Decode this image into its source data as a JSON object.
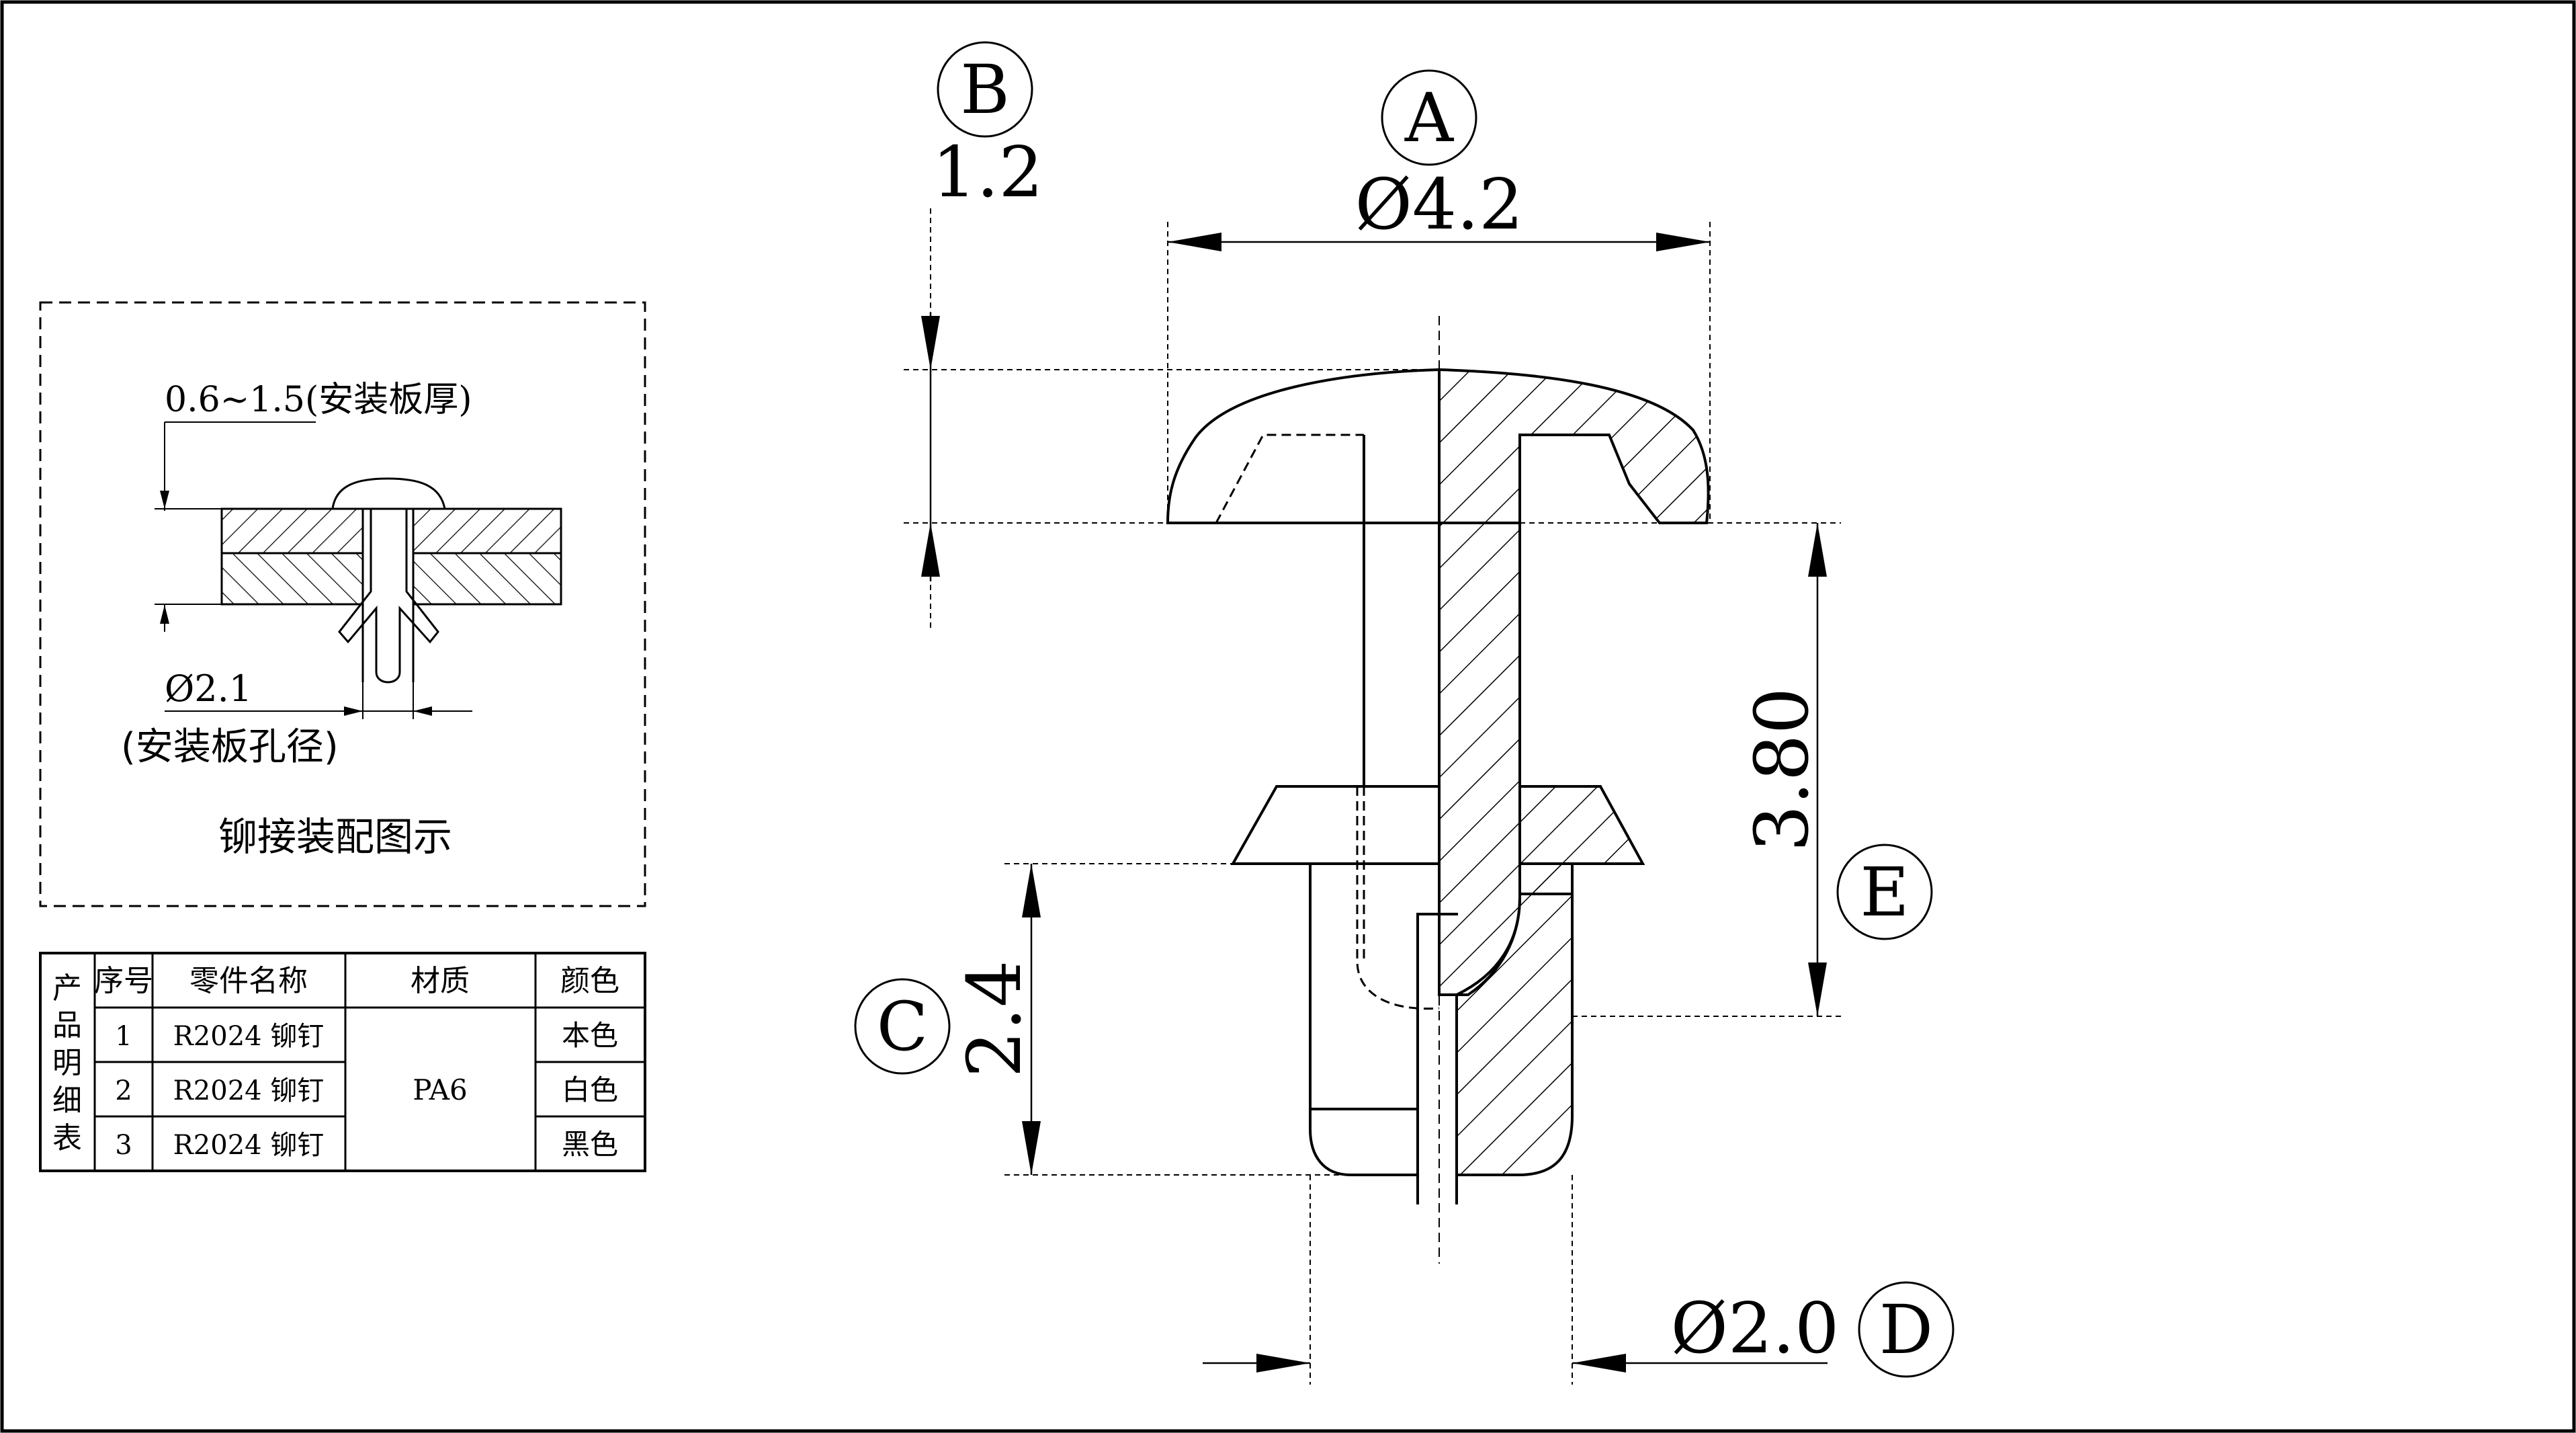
{
  "callouts": {
    "a": "A",
    "b": "B",
    "c": "C",
    "d": "D",
    "e": "E"
  },
  "dimensions": {
    "head_diameter": "Ø4.2",
    "head_height": "1.2",
    "leg_length": "2.4",
    "leg_diameter": "Ø2.0",
    "grip_length": "3.80"
  },
  "assembly_view": {
    "panel_thickness": "0.6~1.5(安装板厚)",
    "hole_diameter": "Ø2.1",
    "hole_diameter_note": "(安装板孔径)",
    "caption": "铆接装配图示"
  },
  "bom": {
    "side_title": [
      "产",
      "品",
      "明",
      "细",
      "表"
    ],
    "headers": [
      "序号",
      "零件名称",
      "材质",
      "颜色"
    ],
    "rows": [
      {
        "no": "1",
        "name": "R2024 铆钉",
        "color": "本色"
      },
      {
        "no": "2",
        "name": "R2024 铆钉",
        "color": "白色"
      },
      {
        "no": "3",
        "name": "R2024 铆钉",
        "color": "黑色"
      }
    ],
    "material": "PA6"
  },
  "colors": {
    "line": "#000000",
    "background": "#ffffff"
  }
}
